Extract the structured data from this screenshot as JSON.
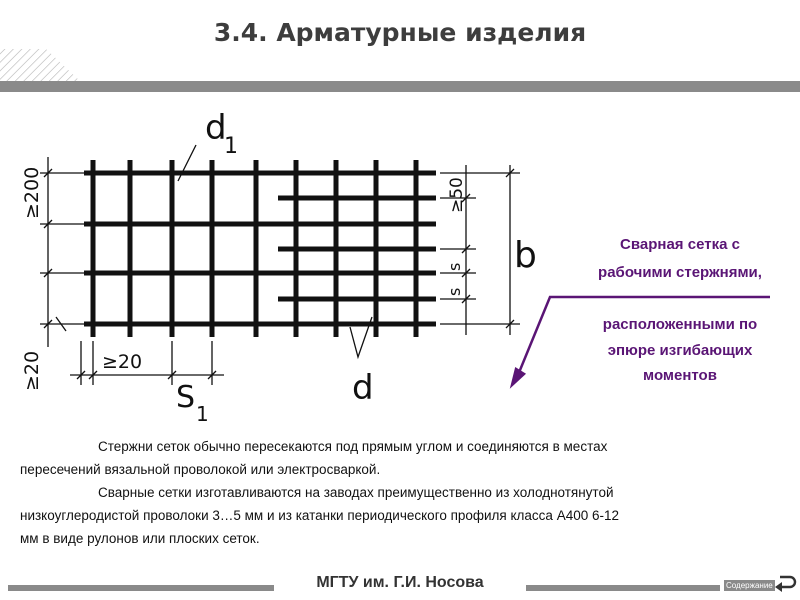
{
  "slide": {
    "title": "3.4. Арматурные изделия",
    "caption": {
      "line1": "Сварная сетка с",
      "line2": "рабочими стержнями,",
      "line3": "расположенными по",
      "line4": "эпюре изгибающих",
      "line5": "моментов"
    },
    "paragraph": {
      "line1": "Стержни сеток обычно пересекаются под прямым углом и соединяются в местах",
      "line2": "пересечений вязальной проволокой или электросваркой.",
      "line3": "Сварные сетки изготавливаются на заводах преимущественно из холоднотянутой",
      "line4": "низкоуглеродистой проволоки 3…5 мм и из катанки периодического профиля класса А400 6-12",
      "line5": "мм в виде рулонов или плоских сеток."
    },
    "drawing": {
      "label_d1": "d",
      "label_d1_sub": "1",
      "label_d": "d",
      "label_b": "b",
      "label_s1": "S",
      "label_s1_sub": "1",
      "label_ge200": "≥200",
      "label_ge20_bottom": "≥20",
      "label_ge20_mid": "≥20",
      "label_ge50": "≥50",
      "label_s_1": "s",
      "label_s_2": "s"
    },
    "footer": {
      "text": "МГТУ им. Г.И. Носова",
      "contents_link": "Содержание"
    },
    "colors": {
      "accent": "#5a1575",
      "bar": "#8a8a8a",
      "ink": "#111111"
    },
    "icons": {
      "back": "u-turn-arrow-icon"
    }
  }
}
